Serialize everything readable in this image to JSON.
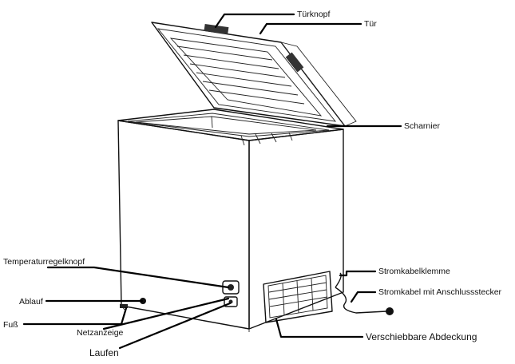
{
  "labels": {
    "door_knob": "Türknopf",
    "door": "Tür",
    "hinge": "Scharnier",
    "temperature_knob": "Temperaturregelknopf",
    "drain": "Ablauf",
    "foot": "Fuß",
    "power_indicator": "Netzanzeige",
    "running": "Laufen",
    "cable_clamp": "Stromkabelklemme",
    "power_cable": "Stromkabel mit Anschlussstecker",
    "sliding_cover": "Verschiebbare Abdeckung"
  }
}
